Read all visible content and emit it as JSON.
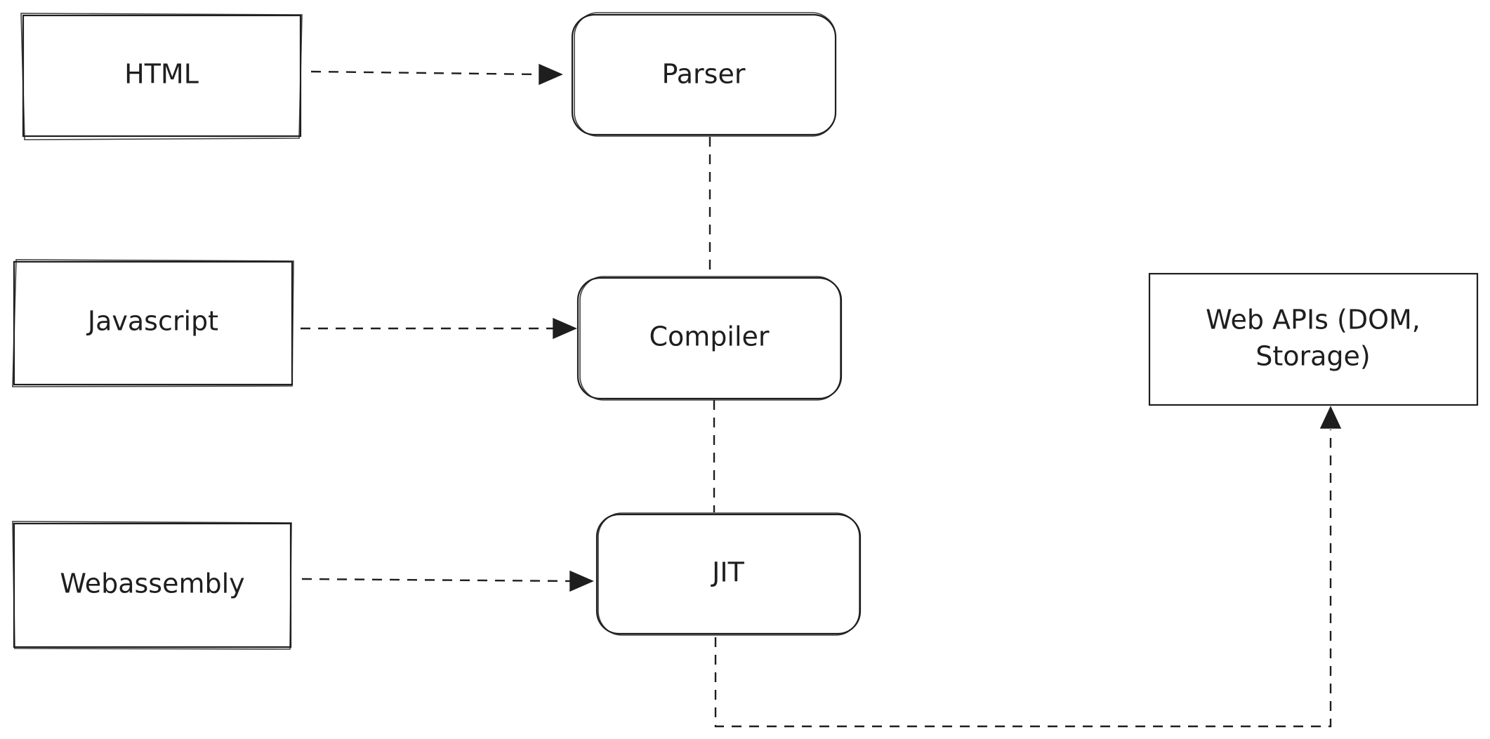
{
  "diagram": {
    "inputs": {
      "html": "HTML",
      "javascript": "Javascript",
      "webassembly": "Webassembly"
    },
    "engine": {
      "parser": "Parser",
      "compiler": "Compiler",
      "jit": "JIT"
    },
    "web_apis": {
      "line1": "Web APIs (DOM,",
      "line2": "Storage)"
    },
    "colors": {
      "stroke": "#1e1e1e",
      "background": "#ffffff"
    }
  }
}
